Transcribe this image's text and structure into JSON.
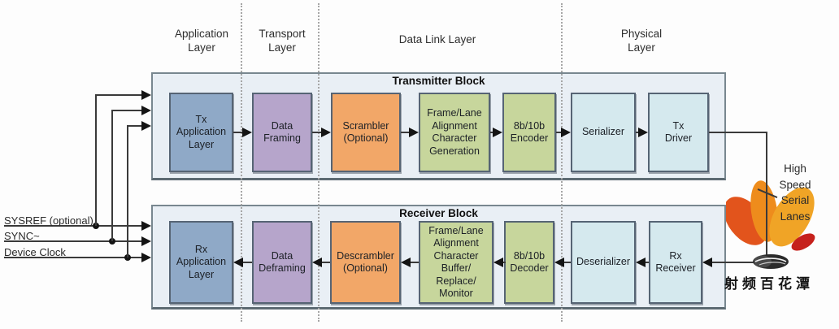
{
  "layer_headings": [
    {
      "label": "Application\nLayer"
    },
    {
      "label": "Transport\nLayer"
    },
    {
      "label": "Data Link Layer"
    },
    {
      "label": "Physical\nLayer"
    }
  ],
  "transmitter": {
    "title": "Transmitter Block",
    "blocks": [
      {
        "label": "Tx\nApplication\nLayer",
        "color": "#8fa9c7"
      },
      {
        "label": "Data\nFraming",
        "color": "#b6a5cb"
      },
      {
        "label": "Scrambler\n(Optional)",
        "color": "#f2a768"
      },
      {
        "label": "Frame/Lane\nAlignment\nCharacter\nGeneration",
        "color": "#c7d69c"
      },
      {
        "label": "8b/10b\nEncoder",
        "color": "#c7d69c"
      },
      {
        "label": "Serializer",
        "color": "#d5e9ee"
      },
      {
        "label": "Tx\nDriver",
        "color": "#d5e9ee"
      }
    ]
  },
  "receiver": {
    "title": "Receiver Block",
    "blocks": [
      {
        "label": "Rx\nApplication\nLayer",
        "color": "#8fa9c7"
      },
      {
        "label": "Data\nDeframing",
        "color": "#b6a5cb"
      },
      {
        "label": "Descrambler\n(Optional)",
        "color": "#f2a768"
      },
      {
        "label": "Frame/Lane\nAlignment\nCharacter\nBuffer/\nReplace/\nMonitor",
        "color": "#c7d69c"
      },
      {
        "label": "8b/10b\nDecoder",
        "color": "#c7d69c"
      },
      {
        "label": "Deserializer",
        "color": "#d5e9ee"
      },
      {
        "label": "Rx\nReceiver",
        "color": "#d5e9ee"
      }
    ]
  },
  "signals": [
    {
      "label": "SYSREF (optional)"
    },
    {
      "label": "SYNC~"
    },
    {
      "label": "Device Clock"
    }
  ],
  "serial_link": {
    "label": "High\nSpeed\nSerial\nLanes"
  },
  "logo": {
    "icon": "flower-stone-logo",
    "caption": "射频百花潭"
  },
  "colors": {
    "box_blue": "#8fa9c7",
    "box_purple": "#b6a5cb",
    "box_orange": "#f2a768",
    "box_green": "#c7d69c",
    "box_cyan": "#d5e9ee",
    "block_bg": "#e9eff5",
    "block_border": "#78878f",
    "wire": "#3a3a3a",
    "logo_gold": "#f0a426",
    "logo_orange": "#ee8c1c",
    "logo_red_orange": "#e2541c",
    "logo_red": "#c6211c",
    "stone": "#2b2b2b"
  }
}
